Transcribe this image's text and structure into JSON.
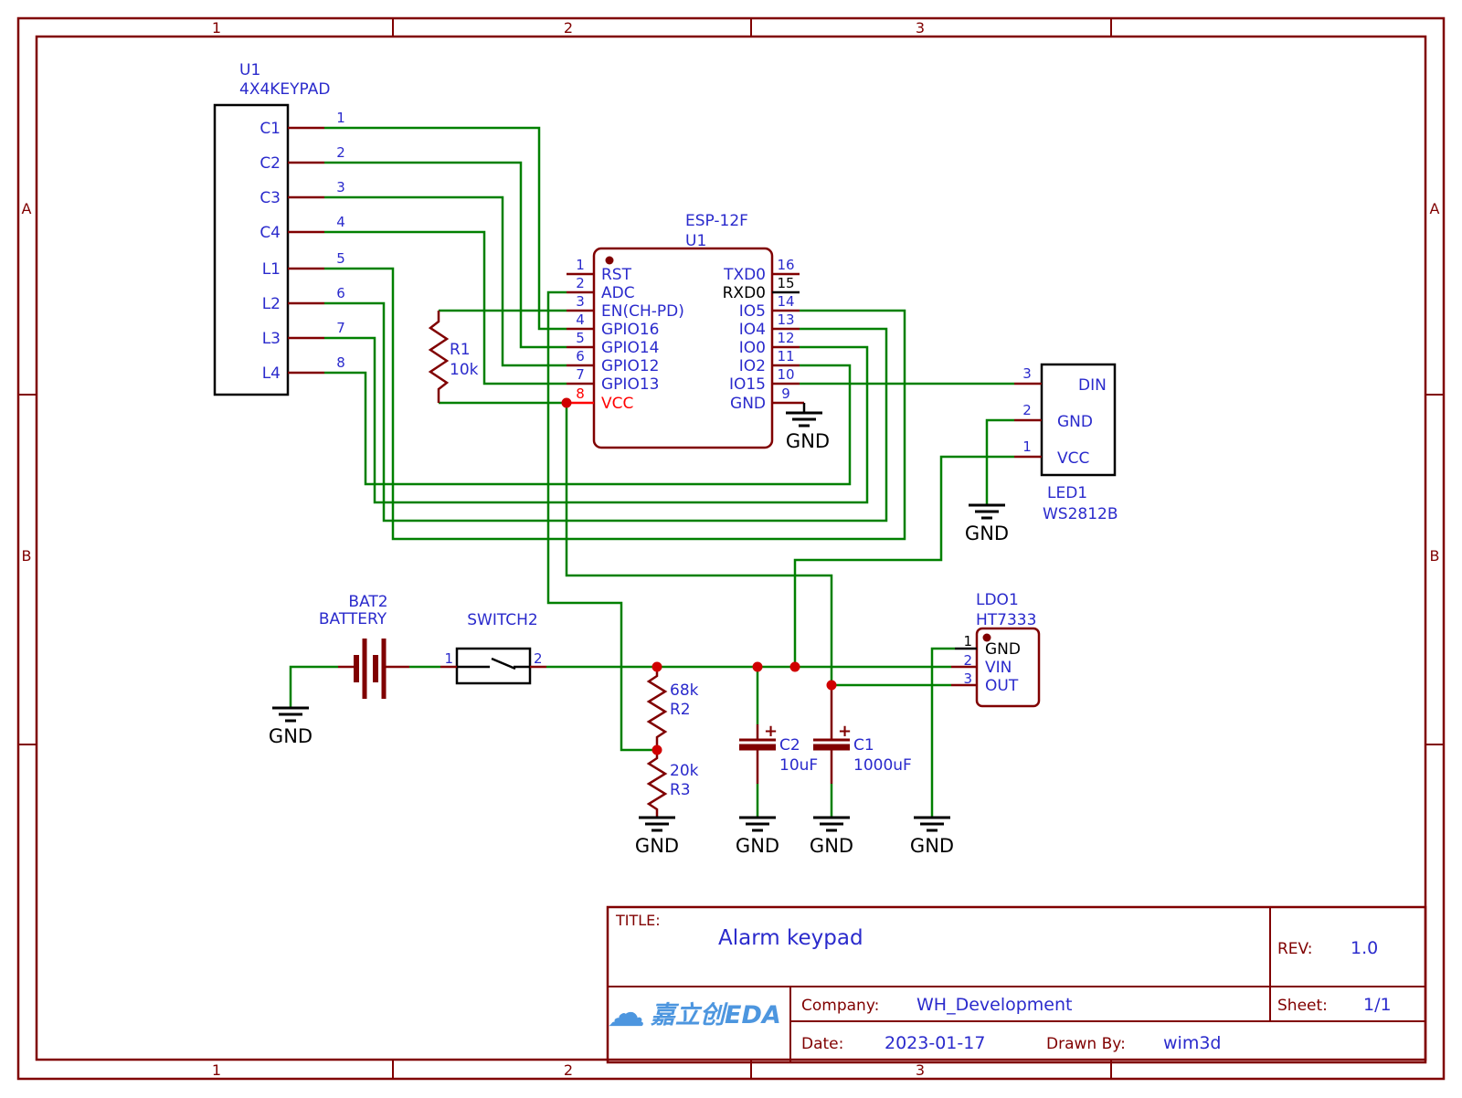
{
  "frame": {
    "cols": [
      "1",
      "2",
      "3"
    ],
    "rows": [
      "A",
      "B"
    ]
  },
  "title_block": {
    "title_label": "TITLE:",
    "title": "Alarm keypad",
    "rev_label": "REV:",
    "rev": "1.0",
    "company_label": "Company:",
    "company": "WH_Development",
    "sheet_label": "Sheet:",
    "sheet": "1/1",
    "date_label": "Date:",
    "date": "2023-01-17",
    "drawn_by_label": "Drawn By:",
    "drawn_by": "wim3d",
    "logo_text": "嘉立创EDA"
  },
  "keypad": {
    "ref": "U1",
    "value": "4X4KEYPAD",
    "pins": [
      {
        "num": "1",
        "name": "C1"
      },
      {
        "num": "2",
        "name": "C2"
      },
      {
        "num": "3",
        "name": "C3"
      },
      {
        "num": "4",
        "name": "C4"
      },
      {
        "num": "5",
        "name": "L1"
      },
      {
        "num": "6",
        "name": "L2"
      },
      {
        "num": "7",
        "name": "L3"
      },
      {
        "num": "8",
        "name": "L4"
      }
    ]
  },
  "esp": {
    "ref": "U1",
    "value": "ESP-12F",
    "left": [
      {
        "num": "1",
        "name": "RST"
      },
      {
        "num": "2",
        "name": "ADC"
      },
      {
        "num": "3",
        "name": "EN(CH-PD)"
      },
      {
        "num": "4",
        "name": "GPIO16"
      },
      {
        "num": "5",
        "name": "GPIO14"
      },
      {
        "num": "6",
        "name": "GPIO12"
      },
      {
        "num": "7",
        "name": "GPIO13"
      },
      {
        "num": "8",
        "name": "VCC"
      }
    ],
    "right": [
      {
        "num": "16",
        "name": "TXD0"
      },
      {
        "num": "15",
        "name": "RXD0"
      },
      {
        "num": "14",
        "name": "IO5"
      },
      {
        "num": "13",
        "name": "IO4"
      },
      {
        "num": "12",
        "name": "IO0"
      },
      {
        "num": "11",
        "name": "IO2"
      },
      {
        "num": "10",
        "name": "IO15"
      },
      {
        "num": "9",
        "name": "GND"
      }
    ]
  },
  "r1": {
    "ref": "R1",
    "value": "10k"
  },
  "r2": {
    "ref": "R2",
    "value": "68k"
  },
  "r3": {
    "ref": "R3",
    "value": "20k"
  },
  "c1": {
    "ref": "C1",
    "value": "1000uF"
  },
  "c2": {
    "ref": "C2",
    "value": "10uF"
  },
  "battery": {
    "ref": "BAT2",
    "value": "BATTERY"
  },
  "switch": {
    "ref": "SWITCH2",
    "pin1": "1",
    "pin2": "2"
  },
  "ldo": {
    "ref": "LDO1",
    "value": "HT7333",
    "pins": [
      {
        "num": "1",
        "name": "GND"
      },
      {
        "num": "2",
        "name": "VIN"
      },
      {
        "num": "3",
        "name": "OUT"
      }
    ]
  },
  "led": {
    "ref": "LED1",
    "value": "WS2812B",
    "pins": [
      {
        "num": "3",
        "name": "DIN"
      },
      {
        "num": "2",
        "name": "GND"
      },
      {
        "num": "1",
        "name": "VCC"
      }
    ]
  },
  "gnd": "GND",
  "plus": "+",
  "colors": {
    "wire_green": "#008000",
    "component_maroon": "#800000",
    "label_blue": "#2a2acc",
    "power_red": "#ff0000",
    "junction_red": "#d00000",
    "logo_blue": "#4d96df",
    "black": "#000000",
    "background": "#ffffff"
  }
}
